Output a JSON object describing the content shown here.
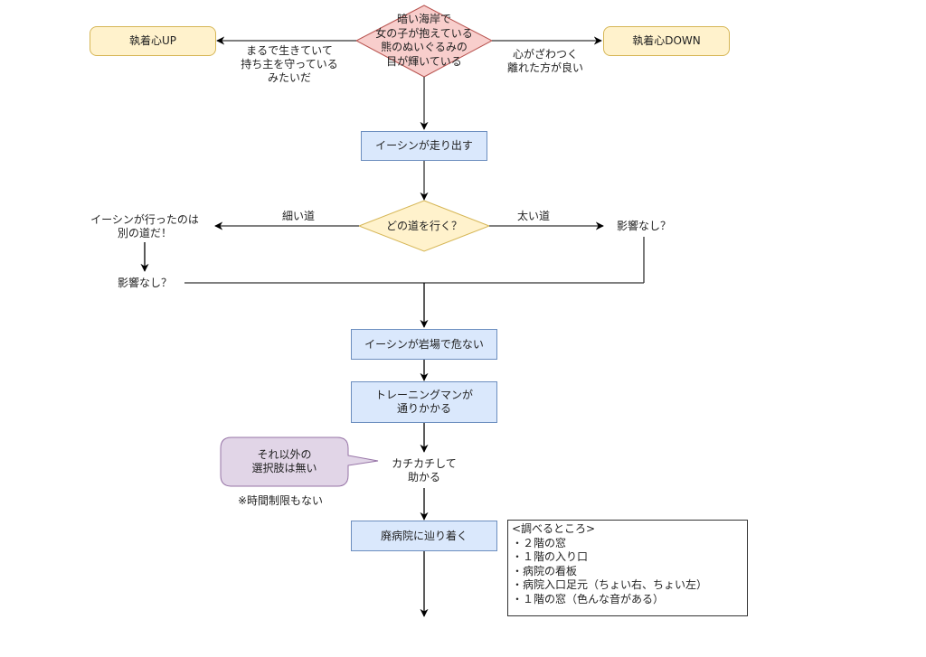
{
  "colors": {
    "process_fill": "#dae8fc",
    "process_stroke": "#6c8ebf",
    "terminal_fill": "#fff2cc",
    "terminal_stroke": "#d6b656",
    "decision_red_fill": "#f8cecc",
    "decision_red_stroke": "#b85450",
    "decision_yellow_fill": "#fff2cc",
    "decision_yellow_stroke": "#d6b656",
    "callout_fill": "#e1d5e7",
    "callout_stroke": "#9673a6",
    "edge": "#333333"
  },
  "nodes": {
    "start_decision": "暗い海岸で\n女の子が抱えている\n熊のぬいぐるみの\n目が輝いている",
    "attachment_up": "執着心UP",
    "attachment_down": "執着心DOWN",
    "isin_runs": "イーシンが走り出す",
    "which_road": "どの道を行く？",
    "other_road": "イーシンが行ったのは\n別の道だ！",
    "no_effect_left": "影響なし？",
    "no_effect_right": "影響なし？",
    "isin_danger": "イーシンが岩場で危ない",
    "training_man": "トレーニングマンが\n通りかかる",
    "saved": "カチカチして\n助かる",
    "callout": "それ以外の\n選択肢は無い",
    "time_note": "※時間制限もない",
    "hospital": "廃病院に辿り着く"
  },
  "edge_labels": {
    "to_up": "まるで生きていて\n持ち主を守っている\nみたいだ",
    "to_down": "心がざわつく\n離れた方が良い",
    "narrow_road": "細い道",
    "wide_road": "太い道"
  },
  "investigate": {
    "title": "<調べるところ>",
    "items": [
      "・２階の窓",
      "・１階の入り口",
      "・病院の看板",
      "・病院入口足元（ちょい右、ちょい左）",
      "・１階の窓（色んな音がある）"
    ]
  }
}
